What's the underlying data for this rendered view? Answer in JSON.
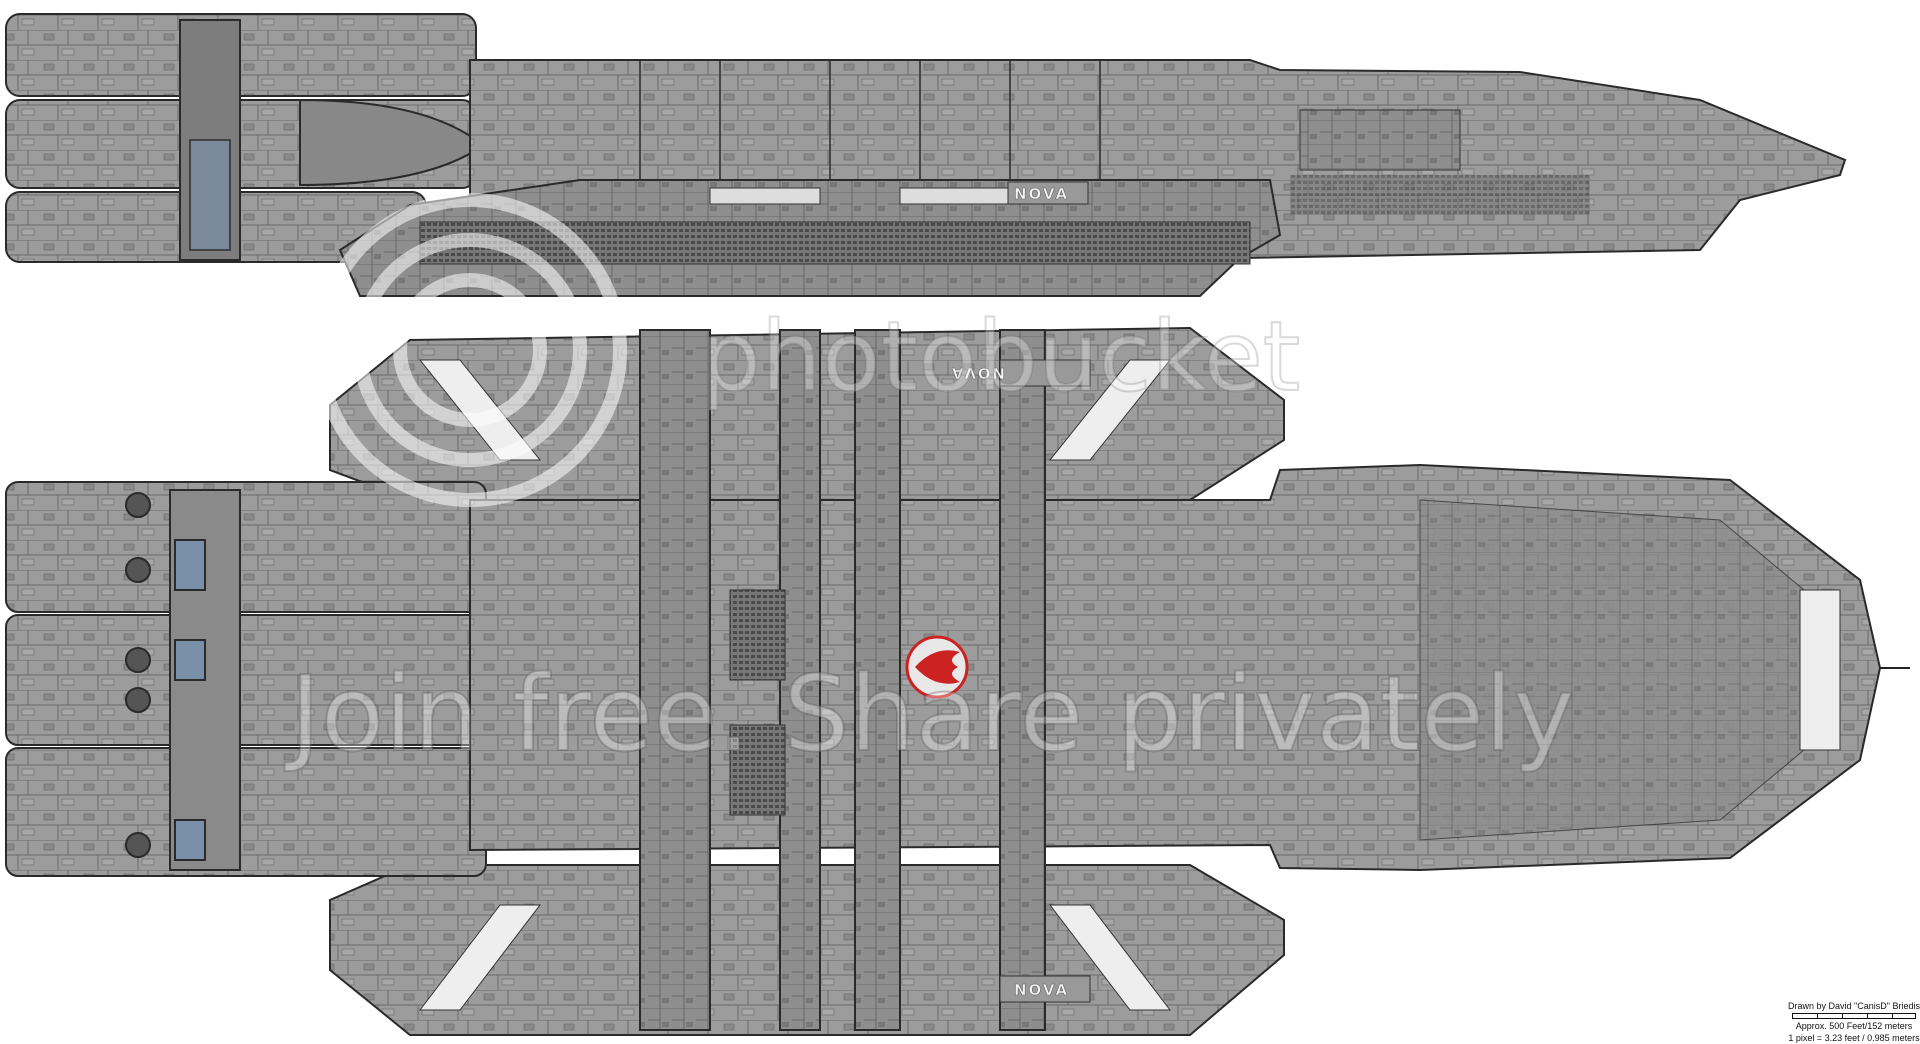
{
  "ship": {
    "name_label": "NOVA",
    "name_label_mirrored": "NOVA",
    "colors": {
      "hull": "#9a9a9a",
      "hull_dark": "#6e6e6e",
      "outline": "#2a2a2a",
      "emblem": "#cc2222",
      "engine_blue": "#7a90a8"
    }
  },
  "credits": {
    "author": "Drawn by David \"CanisD\" Briedis",
    "scale_length": "Approx. 500 Feet/152 meters",
    "pixel_scale": "1 pixel = 3.23 feet / 0.985 meters"
  },
  "watermark": {
    "logo_text": "photobucket",
    "banner_text": "Join free. Share privately"
  }
}
